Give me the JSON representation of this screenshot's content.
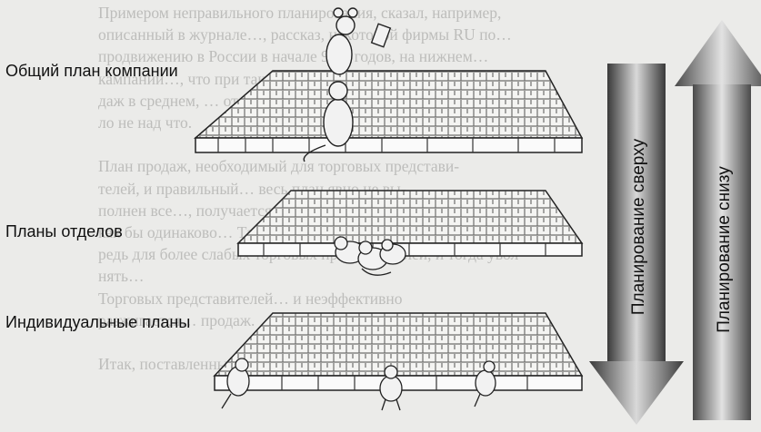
{
  "labels": {
    "company": "Общий план компании",
    "departments": "Планы отделов",
    "individual": "Индивидуальные планы",
    "top_down": "Планирование сверху",
    "bottom_up": "Планирование снизу"
  },
  "background_text": [
    "Примером неправильного планирования, сказал, например,",
    "описанный в журнале…, рассказ, некоторой фирмы RU по…",
    "продвижению в России в начале 90-х годов, на нижнем…",
    "кампании…, что при таком планировании сбытовых рост их про-",
    "даж в среднем, … от среднего рынка обещать …",
    "ло не над что.",
    "",
    "План продаж, необходимый для торговых представи-",
    "телей, и правильный… весь план явно не вы-",
    "полнен все…, получается, что все они",
    "как бы одинаково… Такая оплата выгодна в первую оче-",
    "редь для более слабых торговых представителей, и тогда увол-",
    "нять…",
    "Торговых представителей… и неэффективно",
    "разжигается… продаж.",
    "",
    "Итак, поставленные в плане продаж задачи должны:"
  ],
  "colors": {
    "arrow_dark": "#555555",
    "arrow_light": "#d8d8d8"
  }
}
